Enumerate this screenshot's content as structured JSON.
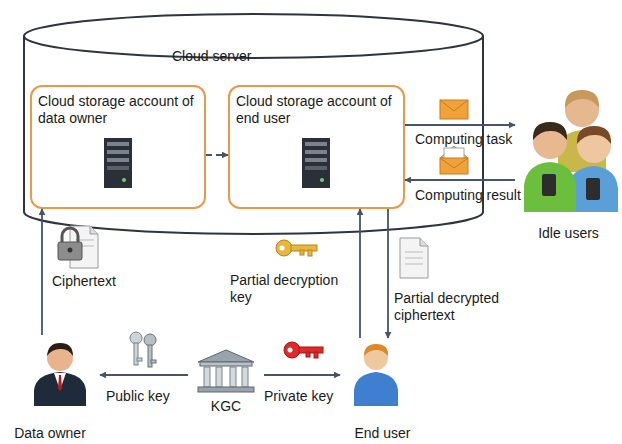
{
  "diagram": {
    "nodes": [
      {
        "text": [
          "Cloud server"
        ]
      },
      {
        "text": [
          "Cloud storage account of data owner"
        ],
        "in": 0
      },
      {
        "text": [
          "Cloud storage account of end user"
        ],
        "in": 0
      },
      {
        "text": [
          "Idle users"
        ]
      },
      {
        "text": [
          "Data owner"
        ]
      },
      {
        "text": [
          "KGC"
        ]
      },
      {
        "text": [
          "End user"
        ]
      }
    ],
    "edges": [
      {
        "from": 1,
        "to": 2,
        "arrow": "to"
      },
      {
        "from": 2,
        "to": 3,
        "label": "Computing task",
        "arrow": "to"
      },
      {
        "from": 3,
        "to": 2,
        "label": "Computing result",
        "arrow": "to"
      },
      {
        "from": 4,
        "to": 1,
        "label": "Ciphertext",
        "arrow": "to"
      },
      {
        "from": 5,
        "to": 4,
        "label": "Public key",
        "arrow": "to"
      },
      {
        "from": 5,
        "to": 6,
        "label": "Private key",
        "arrow": "to"
      },
      {
        "from": 6,
        "to": 2,
        "label": "Partial decryption key",
        "arrow": "to"
      },
      {
        "from": 2,
        "to": 6,
        "label": "Partial decrypted ciphertext",
        "arrow": "to"
      }
    ]
  }
}
